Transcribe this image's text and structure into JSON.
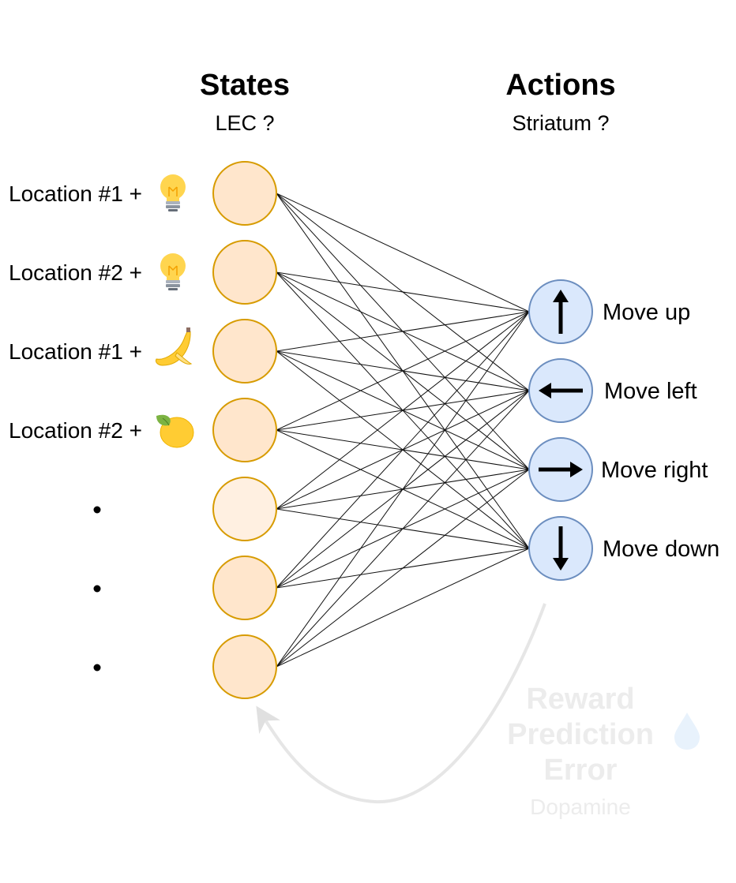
{
  "headers": {
    "states_title": "States",
    "states_subtitle": "LEC ?",
    "actions_title": "Actions",
    "actions_subtitle": "Striatum ?"
  },
  "states": [
    {
      "label": "Location #1 +",
      "icon": "lightbulb-icon",
      "fill": "#ffe6cc"
    },
    {
      "label": "Location #2 +",
      "icon": "lightbulb-icon",
      "fill": "#ffe6cc"
    },
    {
      "label": "Location #1 +",
      "icon": "banana-icon",
      "fill": "#ffe6cc"
    },
    {
      "label": "Location #2 +",
      "icon": "lemon-icon",
      "fill": "#ffe6cc"
    },
    {
      "label": "",
      "icon": "dot",
      "fill": "#fff0e1"
    },
    {
      "label": "",
      "icon": "dot",
      "fill": "#ffe6cc"
    },
    {
      "label": "",
      "icon": "dot",
      "fill": "#ffe6cc"
    }
  ],
  "actions": [
    {
      "label": "Move up",
      "icon": "arrow-up-icon"
    },
    {
      "label": "Move left",
      "icon": "arrow-left-icon"
    },
    {
      "label": "Move right",
      "icon": "arrow-right-icon"
    },
    {
      "label": "Move down",
      "icon": "arrow-down-icon"
    }
  ],
  "rpe": {
    "line1": "Reward",
    "line2": "Prediction",
    "line3": "Error",
    "subtitle": "Dopamine",
    "icon": "droplet-icon"
  },
  "colors": {
    "state_stroke": "#d79b00",
    "action_fill": "#dae8fc",
    "action_stroke": "#6c8ebf",
    "faded": "#e6e6e6"
  }
}
